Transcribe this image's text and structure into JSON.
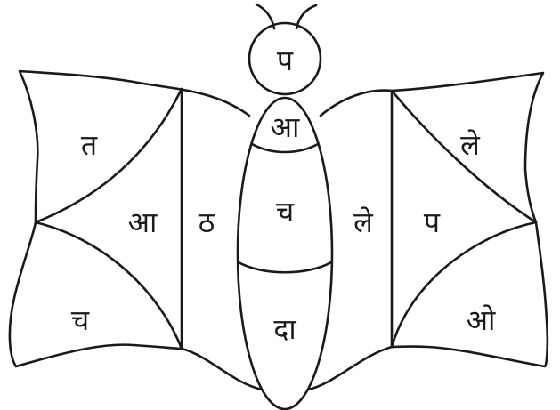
{
  "butterfly": {
    "head": "प",
    "neck": "आ",
    "body_upper": "च",
    "body_lower": "दा",
    "left_wing": {
      "top_outer": "त",
      "middle": "आ",
      "bottom_outer": "च",
      "inner_strip": "ठ"
    },
    "right_wing": {
      "inner_strip": "ले",
      "top_outer": "ले",
      "middle": "प",
      "bottom_outer": "ओ"
    }
  }
}
